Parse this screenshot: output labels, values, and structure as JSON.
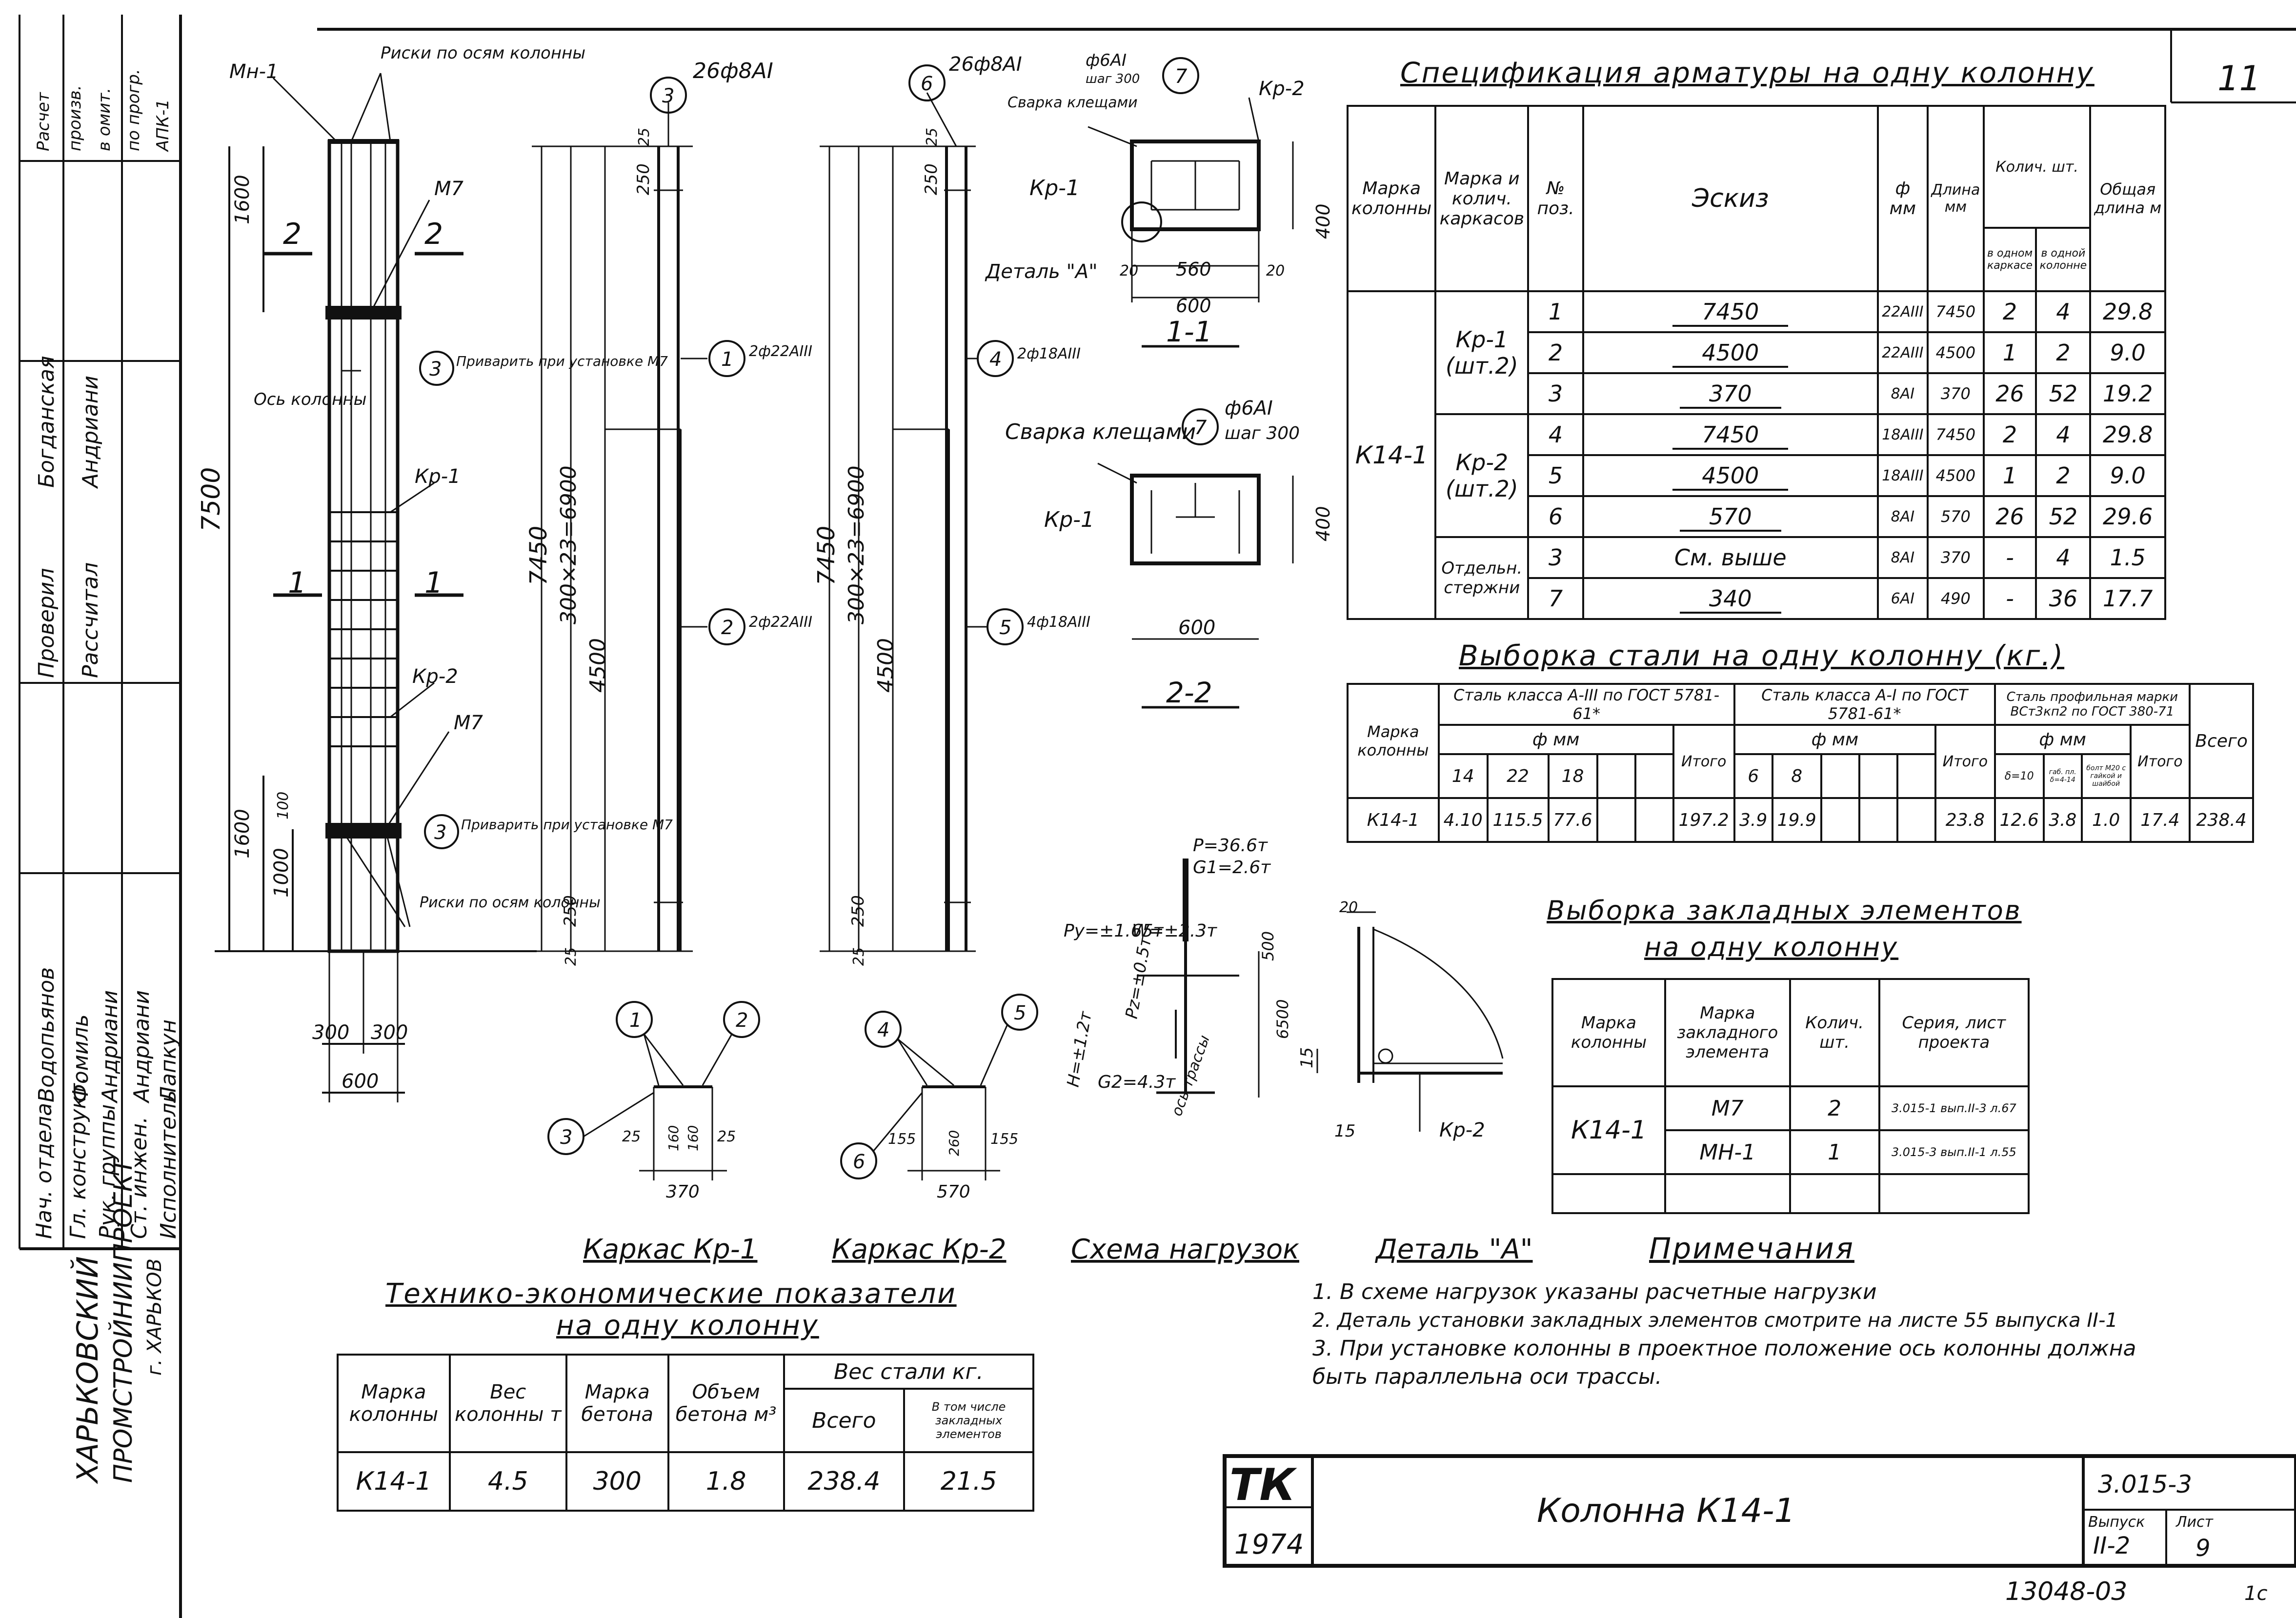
{
  "sheet_number": "11",
  "organization": {
    "line1": "ХАРЬКОВСКИЙ",
    "line2": "ПРОМСТРОЙНИИПРОЕКТ",
    "line3": "г. ХАРЬКОВ"
  },
  "side_roles": [
    {
      "role": "Нач. отдела",
      "name": "Водопьянов"
    },
    {
      "role": "Гл. конструкт.",
      "name": "Фомиль"
    },
    {
      "role": "Рук. группы",
      "name": "Андриани"
    },
    {
      "role": "Ст. инжен.",
      "name": "Андриани"
    },
    {
      "role": "Исполнитель",
      "name": "Лапкун"
    },
    {
      "role": "Проверил",
      "name": "Богданская"
    },
    {
      "role": "Рассчитал",
      "name": "Андриани"
    }
  ],
  "side_top": {
    "line1": "Расчет",
    "line2": "произв.",
    "line3": "в омит.",
    "line4": "по прогр.",
    "line5": "АПК-1"
  },
  "drawings": {
    "column": {
      "labels": [
        "Мн-1",
        "Риски по осям колонны",
        "М7",
        "Ось колонны",
        "Кр-1",
        "Кр-2",
        "М7",
        "Риски по осям колонны"
      ],
      "weld_note": "Приварить при установке М7",
      "dims": [
        "1600",
        "7500",
        "1600",
        "1000",
        "100",
        "300",
        "300",
        "600"
      ],
      "sections": [
        "2",
        "2",
        "1",
        "1"
      ]
    },
    "frame1": {
      "pos_top": "3",
      "pos_top_text": "26ф8АI",
      "dims": [
        "25",
        "250",
        "7450",
        "300×23=6900",
        "4500",
        "250",
        "25"
      ],
      "pos1": "1",
      "pos1_text": "2ф22АIII",
      "pos2": "2",
      "pos2_text": "2ф22АIII"
    },
    "frame2": {
      "pos_top": "6",
      "pos_top_text": "26ф8АI",
      "pos7": "7",
      "pos7_text": "ф6АI",
      "pos7_step": "шаг 300",
      "dims": [
        "25",
        "250",
        "7450",
        "300×23=6900",
        "4500",
        "250",
        "25"
      ],
      "pos4": "4",
      "pos4_text": "2ф18АIII",
      "pos5": "5",
      "pos5_text": "4ф18АIII"
    },
    "section11": {
      "title": "1-1",
      "weld": "Сварка клещами",
      "kr2": "Кр-2",
      "kr1": "Кр-1",
      "detail": "Деталь \"А\"",
      "dims": [
        "20",
        "560",
        "20",
        "600",
        "400"
      ]
    },
    "section22": {
      "title": "2-2",
      "weld": "Сварка клещами",
      "pos": "7",
      "pos_text": "ф6АI",
      "step": "шаг 300",
      "kr1": "Кр-1",
      "dims": [
        "400",
        "600"
      ]
    },
    "kr1_section": {
      "caption": "Каркас Кр-1",
      "pos": [
        "1",
        "2",
        "3"
      ],
      "dims": [
        "25",
        "160",
        "160",
        "25",
        "370"
      ]
    },
    "kr2_section": {
      "caption": "Каркас Кр-2",
      "pos": [
        "4",
        "5",
        "6"
      ],
      "dims": [
        "155",
        "260",
        "155",
        "570"
      ]
    },
    "loads": {
      "caption": "Схема нагрузок",
      "p": "P=36.6т",
      "g1": "G1=2.6т",
      "py": "Py=±1.65т",
      "w": "W=±2.3т",
      "h": "H=±1.2т",
      "pz": "Pz=±0.5т",
      "g2": "G2=4.3т",
      "axis": "ось трассы",
      "d1": "500",
      "d2": "6500"
    },
    "detail_a": {
      "caption": "Деталь \"А\"",
      "d1": "20",
      "d2": "15",
      "d3": "15",
      "kr2": "Кр-2"
    }
  },
  "spec": {
    "title": "Спецификация арматуры на одну колонну",
    "headers": {
      "mark": "Марка колонны",
      "frames": "Марка и колич. каркасов",
      "pos": "№ поз.",
      "sketch": "Эскиз",
      "dia": "ф мм",
      "len": "Длина мм",
      "qty": "Колич. шт.",
      "qty_one": "в одном каркасе",
      "qty_col": "в одной колонне",
      "total": "Общая длина м"
    },
    "column_mark": "К14-1",
    "groups": [
      {
        "frame": "Кр-1",
        "count": "(шт.2)",
        "rows": [
          {
            "pos": "1",
            "sketch": "7450",
            "dia": "22АIII",
            "len": "7450",
            "q1": "2",
            "q2": "4",
            "total": "29.8"
          },
          {
            "pos": "2",
            "sketch": "4500",
            "dia": "22АIII",
            "len": "4500",
            "q1": "1",
            "q2": "2",
            "total": "9.0"
          },
          {
            "pos": "3",
            "sketch": "370",
            "dia": "8АI",
            "len": "370",
            "q1": "26",
            "q2": "52",
            "total": "19.2"
          }
        ]
      },
      {
        "frame": "Кр-2",
        "count": "(шт.2)",
        "rows": [
          {
            "pos": "4",
            "sketch": "7450",
            "dia": "18АIII",
            "len": "7450",
            "q1": "2",
            "q2": "4",
            "total": "29.8"
          },
          {
            "pos": "5",
            "sketch": "4500",
            "dia": "18АIII",
            "len": "4500",
            "q1": "1",
            "q2": "2",
            "total": "9.0"
          },
          {
            "pos": "6",
            "sketch": "570",
            "dia": "8АI",
            "len": "570",
            "q1": "26",
            "q2": "52",
            "total": "29.6"
          }
        ]
      },
      {
        "frame": "Отдельн. стержни",
        "count": "",
        "rows": [
          {
            "pos": "3",
            "sketch": "См. выше",
            "dia": "8АI",
            "len": "370",
            "q1": "-",
            "q2": "4",
            "total": "1.5"
          },
          {
            "pos": "7",
            "sketch": "340",
            "dia": "6АI",
            "len": "490",
            "q1": "-",
            "q2": "36",
            "total": "17.7"
          }
        ]
      }
    ]
  },
  "steel": {
    "title": "Выборка стали на одну колонну (кг.)",
    "h_mark": "Марка колонны",
    "h_a3": "Сталь класса А-III по ГОСТ 5781-61*",
    "h_a1": "Сталь класса А-I по ГОСТ 5781-61*",
    "h_prof": "Сталь профильная марки ВСт3кп2 по ГОСТ 380-71",
    "h_dia": "ф мм",
    "h_total": "Итого",
    "h_all": "Всего",
    "a3_cols": [
      "14",
      "22",
      "18",
      "",
      ""
    ],
    "a1_cols": [
      "6",
      "8",
      "",
      "",
      ""
    ],
    "prof_cols": [
      "δ=10",
      "габ. пл. δ=4-14",
      "болт М20 с гайкой и шайбой"
    ],
    "row": {
      "mark": "К14-1",
      "a3": [
        "4.10",
        "115.5",
        "77.6",
        "",
        ""
      ],
      "a3_total": "197.2",
      "a1": [
        "3.9",
        "19.9",
        "",
        "",
        ""
      ],
      "a1_total": "23.8",
      "prof": [
        "12.6",
        "3.8",
        "1.0"
      ],
      "prof_total": "17.4",
      "all": "238.4"
    }
  },
  "embedded": {
    "title1": "Выборка закладных элементов",
    "title2": "на одну колонну",
    "headers": [
      "Марка колонны",
      "Марка закладного элемента",
      "Колич. шт.",
      "Серия, лист проекта"
    ],
    "mark": "К14-1",
    "rows": [
      {
        "elem": "М7",
        "qty": "2",
        "series": "3.015-1 вып.II-3 л.67"
      },
      {
        "elem": "МН-1",
        "qty": "1",
        "series": "3.015-3 вып.II-1 л.55"
      }
    ]
  },
  "tech": {
    "title1": "Технико-экономические показатели",
    "title2": "на одну колонну",
    "headers": [
      "Марка колонны",
      "Вес колонны т",
      "Марка бетона",
      "Объем бетона м³",
      "Вес стали кг.",
      "Всего",
      "В том числе закладных элементов"
    ],
    "row": [
      "К14-1",
      "4.5",
      "300",
      "1.8",
      "238.4",
      "21.5"
    ]
  },
  "notes": {
    "title": "Примечания",
    "items": [
      "1. В схеме нагрузок указаны расчетные нагрузки",
      "2. Деталь установки закладных элементов смотрите на листе 55 выпуска II-1",
      "3. При установке колонны в проектное положение ось колонны должна быть параллельна оси трассы."
    ]
  },
  "title_block": {
    "logo": "ТК",
    "year": "1974",
    "name": "Колонна К14-1",
    "series": "3.015-3",
    "issue_label": "Выпуск",
    "issue": "II-2",
    "sheet_label": "Лист",
    "sheet": "9"
  },
  "footer": {
    "number": "13048-03",
    "copy": "1с"
  },
  "colors": {
    "ink": "#111111",
    "paper": "#ffffff"
  }
}
